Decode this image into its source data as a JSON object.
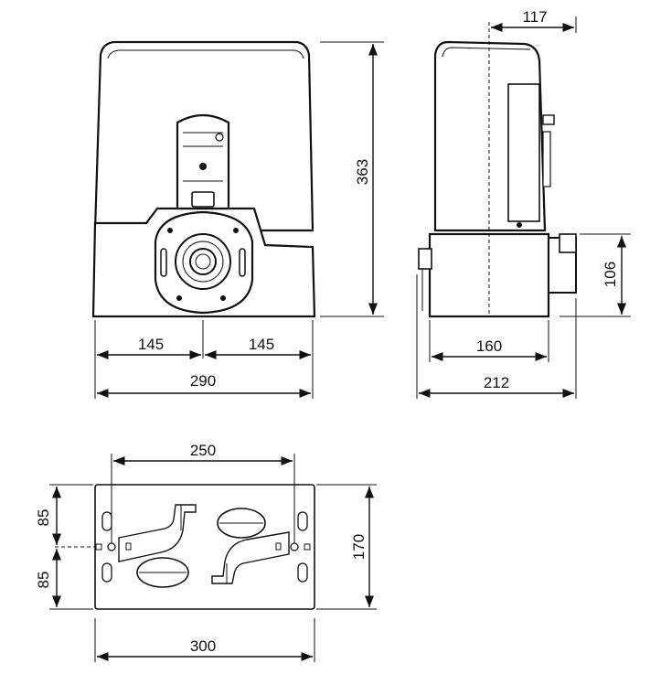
{
  "diagram": {
    "front_view": {
      "dim_left_half": "145",
      "dim_right_half": "145",
      "dim_total_width": "290",
      "dim_height": "363"
    },
    "side_view": {
      "dim_top_offset": "117",
      "dim_base_height": "106",
      "dim_base_depth": "160",
      "dim_total_depth": "212"
    },
    "base_plate": {
      "dim_hole_spacing": "250",
      "dim_upper_half": "85",
      "dim_lower_half": "85",
      "dim_plate_height": "170",
      "dim_plate_width": "300"
    }
  }
}
